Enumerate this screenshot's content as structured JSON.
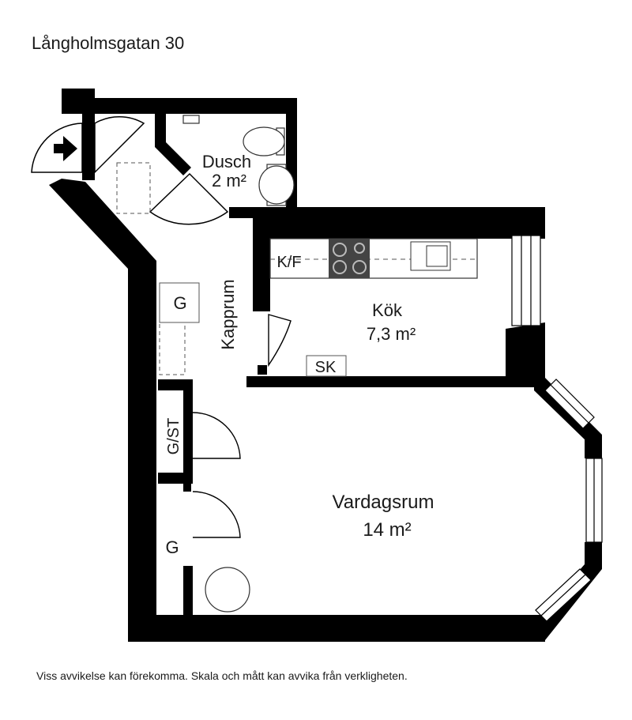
{
  "title": "Långholmsgatan 30",
  "disclaimer": "Viss avvikelse kan förekomma. Skala och mått kan avvika från verkligheten.",
  "rooms": {
    "dusch": {
      "name": "Dusch",
      "area": "2 m²"
    },
    "kok": {
      "name": "Kök",
      "area": "7,3 m²"
    },
    "vardagsrum": {
      "name": "Vardagsrum",
      "area": "14 m²"
    },
    "kapprum": {
      "name": "Kapprum"
    }
  },
  "labels": {
    "kf": "K/F",
    "sk": "SK",
    "g_upper": "G",
    "gst": "G/ST",
    "g_lower": "G"
  },
  "colors": {
    "wall": "#000000",
    "fixture_stroke": "#333333",
    "stove": "#444444"
  },
  "icons": [
    "entrance-arrow-icon"
  ]
}
